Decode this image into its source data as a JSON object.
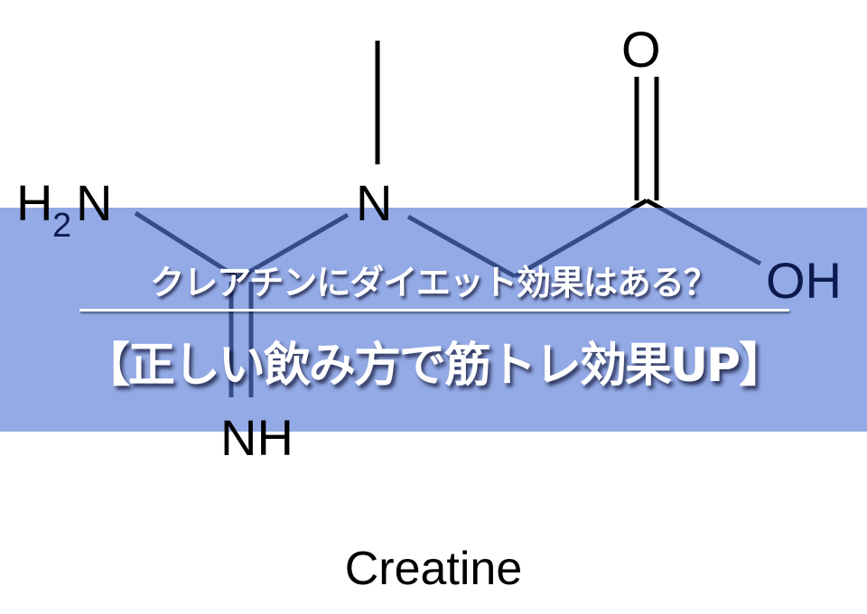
{
  "molecule": {
    "atoms": {
      "amine": "H",
      "amine_sub": "2",
      "amine_n": "N",
      "methyl_n": "N",
      "imine": "NH",
      "carbonyl_o": "O",
      "hydroxyl": "OH"
    },
    "name": "Creatine"
  },
  "banner": {
    "subtitle": "クレアチンにダイエット効果はある？",
    "title": "【正しい飲み方で筋トレ効果UP】",
    "color": "#5478d8"
  }
}
